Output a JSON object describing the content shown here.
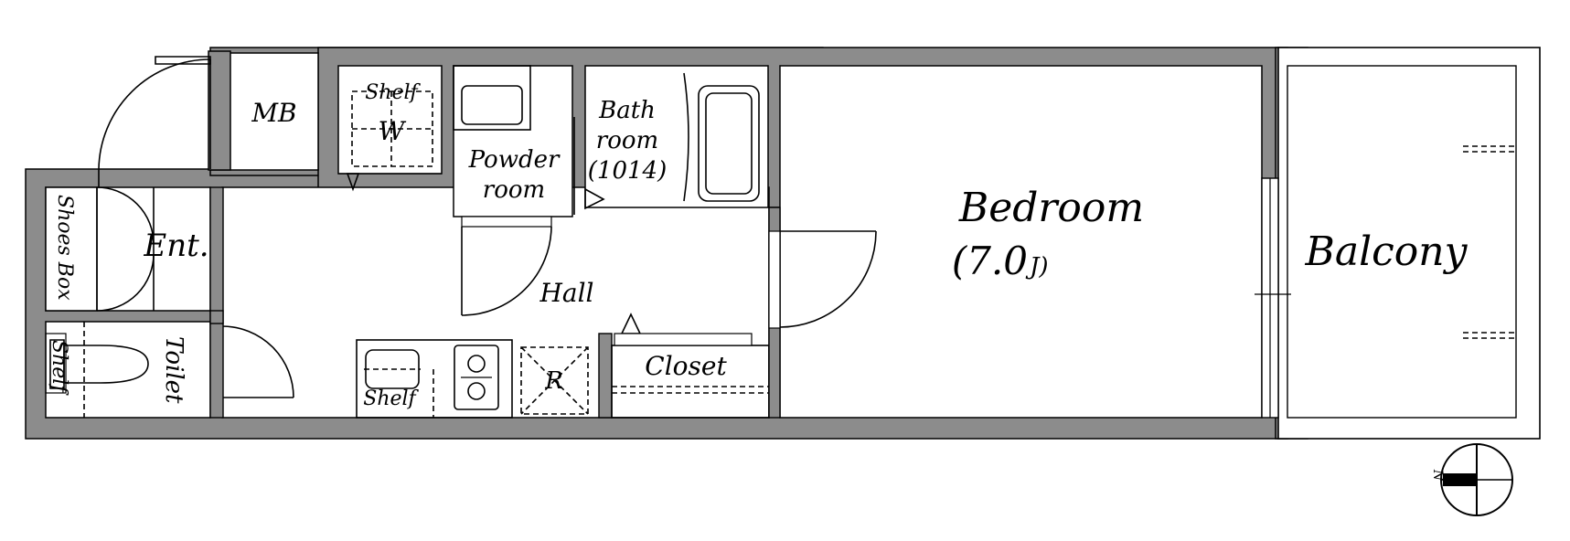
{
  "rooms": {
    "mb": "MB",
    "shelf_top": "Shelf",
    "washer": "W",
    "powder_line1": "Powder",
    "powder_line2": "room",
    "bath_line1": "Bath",
    "bath_line2": "room",
    "bath_line3": "(1014)",
    "shoes_box": "Shoes Box",
    "entrance": "Ent.",
    "hall": "Hall",
    "toilet": "Toilet",
    "toilet_shelf": "Shelf",
    "kitchen_shelf": "Shelf",
    "fridge": "R",
    "closet": "Closet",
    "bedroom_line1": "Bedroom",
    "bedroom_size": "(7.0",
    "bedroom_unit": "J)",
    "balcony": "Balcony"
  },
  "compass": {
    "north_label": "N"
  }
}
